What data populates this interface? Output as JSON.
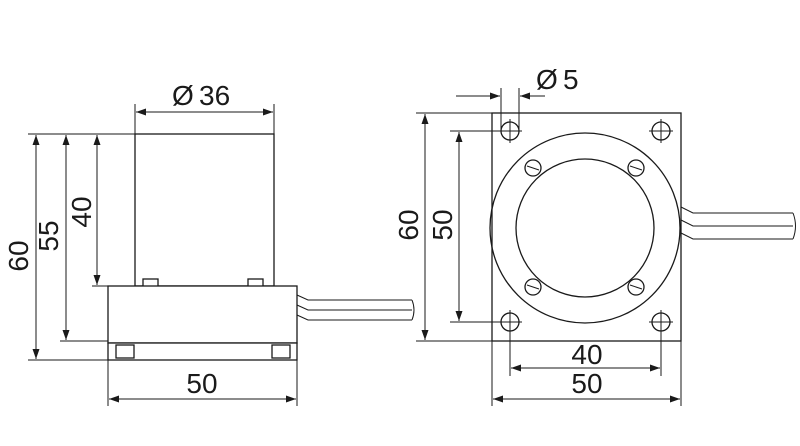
{
  "side_view": {
    "dia_symbol": "Ø",
    "dia_value": "36",
    "height_total": "60",
    "height_mid": "55",
    "height_cyl": "40",
    "width": "50"
  },
  "top_view": {
    "hole_symbol": "Ø",
    "hole_value": "5",
    "height_total": "60",
    "height_inner": "50",
    "width_inner": "40",
    "width_total": "50"
  }
}
